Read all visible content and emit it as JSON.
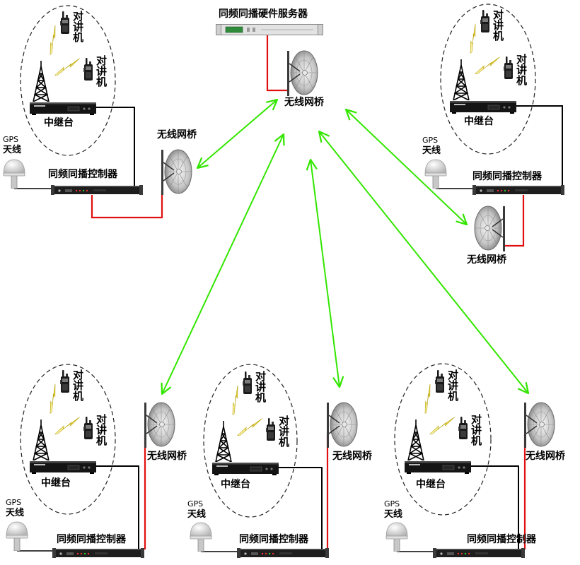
{
  "server": {
    "label": "同频同播硬件服务器"
  },
  "central_bridge": {
    "label": "无线网桥"
  },
  "sites": [
    {
      "radio_label_1": "对讲机",
      "radio_label_2": "对讲机",
      "repeater_label": "中继台",
      "gps_label_1": "GPS",
      "gps_label_2": "天线",
      "controller_label": "同频同播控制器",
      "bridge_label": "无线网桥"
    },
    {
      "radio_label_1": "对讲机",
      "radio_label_2": "对讲机",
      "repeater_label": "中继台",
      "gps_label_1": "GPS",
      "gps_label_2": "天线",
      "controller_label": "同频同播控制器",
      "bridge_label": "无线网桥"
    },
    {
      "radio_label_1": "对讲机",
      "radio_label_2": "对讲机",
      "repeater_label": "中继台",
      "gps_label_1": "GPS",
      "gps_label_2": "天线",
      "controller_label": "同频同播控制器",
      "bridge_label": "无线网桥"
    },
    {
      "radio_label_1": "对讲机",
      "radio_label_2": "对讲机",
      "repeater_label": "中继台",
      "gps_label_1": "GPS",
      "gps_label_2": "天线",
      "controller_label": "同频同播控制器",
      "bridge_label": "无线网桥"
    },
    {
      "radio_label_1": "对讲机",
      "radio_label_2": "对讲机",
      "repeater_label": "中继台",
      "gps_label_1": "GPS",
      "gps_label_2": "天线",
      "controller_label": "同频同播控制器",
      "bridge_label": "无线网桥"
    }
  ],
  "colors": {
    "wireless_link": "#33e600",
    "rf_cable": "#e01010",
    "data_cable": "#000000",
    "boundary": "#222222"
  }
}
